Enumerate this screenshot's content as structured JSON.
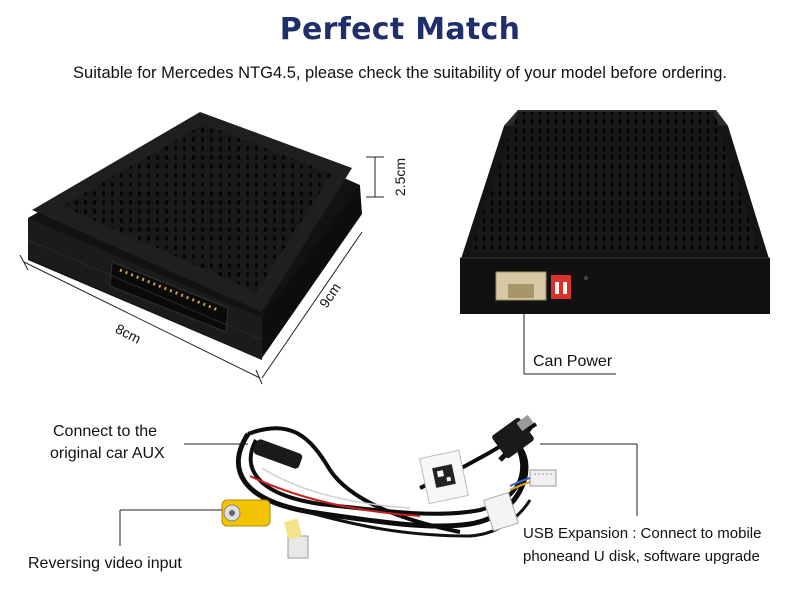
{
  "header": {
    "title": "Perfect Match",
    "subtitle": "Suitable for Mercedes NTG4.5, please check the suitability of your model before ordering."
  },
  "dimensions": {
    "height": "2.5cm",
    "width": "8cm",
    "depth": "9cm"
  },
  "callouts": {
    "can_power": "Can Power",
    "aux_line1": "Connect to the",
    "aux_line2": "original car AUX",
    "reversing": "Reversing video input",
    "usb_line1": "USB Expansion : Connect to mobile",
    "usb_line2": "phoneand U disk, software upgrade"
  },
  "colors": {
    "title": "#1f2f6b",
    "box": "#161616",
    "cable": "#0c0c0c",
    "rca_yellow": "#f2c300"
  }
}
